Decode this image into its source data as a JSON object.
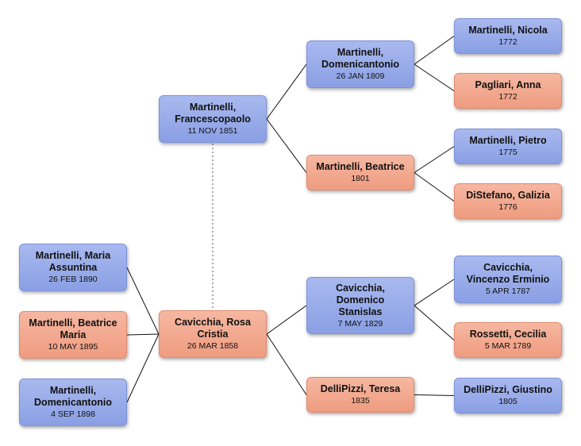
{
  "people": {
    "francescopaolo": {
      "name": "Martinelli,\nFrancescopaolo",
      "date": "11 NOV 1851",
      "sex": "male"
    },
    "rosa": {
      "name": "Cavicchia, Rosa\nCristia",
      "date": "26 MAR 1858",
      "sex": "female"
    },
    "maria_assuntina": {
      "name": "Martinelli, Maria\nAssuntina",
      "date": "26 FEB 1890",
      "sex": "male"
    },
    "beatrice_maria": {
      "name": "Martinelli, Beatrice\nMaria",
      "date": "10 MAY 1895",
      "sex": "female"
    },
    "domenicantonio_child": {
      "name": "Martinelli,\nDomenicantonio",
      "date": "4 SEP 1898",
      "sex": "male"
    },
    "domenicantonio_father": {
      "name": "Martinelli,\nDomenicantonio",
      "date": "26 JAN 1809",
      "sex": "male"
    },
    "beatrice": {
      "name": "Martinelli, Beatrice",
      "date": "1801",
      "sex": "female"
    },
    "domenico": {
      "name": "Cavicchia,\nDomenico\nStanislas",
      "date": "7 MAY 1829",
      "sex": "male"
    },
    "teresa": {
      "name": "DelliPizzi, Teresa",
      "date": "1835",
      "sex": "female"
    },
    "nicola": {
      "name": "Martinelli, Nicola",
      "date": "1772",
      "sex": "male"
    },
    "anna": {
      "name": "Pagliari, Anna",
      "date": "1772",
      "sex": "female"
    },
    "pietro": {
      "name": "Martinelli, Pietro",
      "date": "1775",
      "sex": "male"
    },
    "galizia": {
      "name": "DiStefano, Galizia",
      "date": "1776",
      "sex": "female"
    },
    "vincenzo": {
      "name": "Cavicchia,\nVincenzo Erminio",
      "date": "5 APR 1787",
      "sex": "male"
    },
    "cecilia": {
      "name": "Rossetti, Cecilia",
      "date": "5 MAR 1789",
      "sex": "female"
    },
    "giustino": {
      "name": "DelliPizzi, Giustino",
      "date": "1805",
      "sex": "male"
    }
  },
  "colors": {
    "male": "#95a8e8",
    "female": "#f2a68b"
  }
}
